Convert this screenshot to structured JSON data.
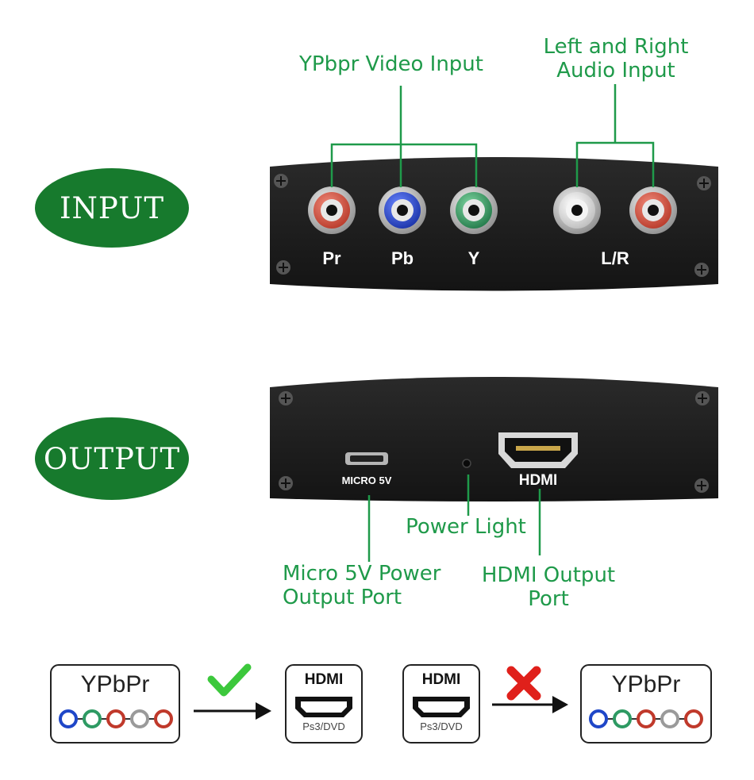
{
  "input_section": {
    "badge": "INPUT",
    "video_callout": "YPbpr Video Input",
    "audio_callout_line1": "Left and Right",
    "audio_callout_line2": "Audio Input",
    "jack_labels": [
      "Pr",
      "Pb",
      "Y",
      "L/R"
    ]
  },
  "output_section": {
    "badge": "OUTPUT",
    "micro_port_label": "MICRO 5V",
    "hdmi_port_label": "HDMI",
    "power_callout": "Power Light",
    "micro_callout_line1": "Micro 5V Power",
    "micro_callout_line2": "Output Port",
    "hdmi_callout_line1": "HDMI Output",
    "hdmi_callout_line2": "Port"
  },
  "compatibility": {
    "supported": {
      "source": "YPbPr",
      "target": "HDMI",
      "target_caption": "Ps3/DVD",
      "mark": "check-mark"
    },
    "unsupported": {
      "source": "HDMI",
      "source_caption": "Ps3/DVD",
      "target": "YPbPr",
      "mark": "cross-mark"
    }
  },
  "colors": {
    "accent_green": "#1f9a4a",
    "badge_green": "#177a2d",
    "device_body": "#1c1c1c",
    "jack_red": "#c0392b",
    "jack_blue": "#1f47c8",
    "jack_green": "#2e9a63",
    "jack_white": "#e8e8e8",
    "cross_red": "#e0201b",
    "check_green": "#3cc83c"
  }
}
